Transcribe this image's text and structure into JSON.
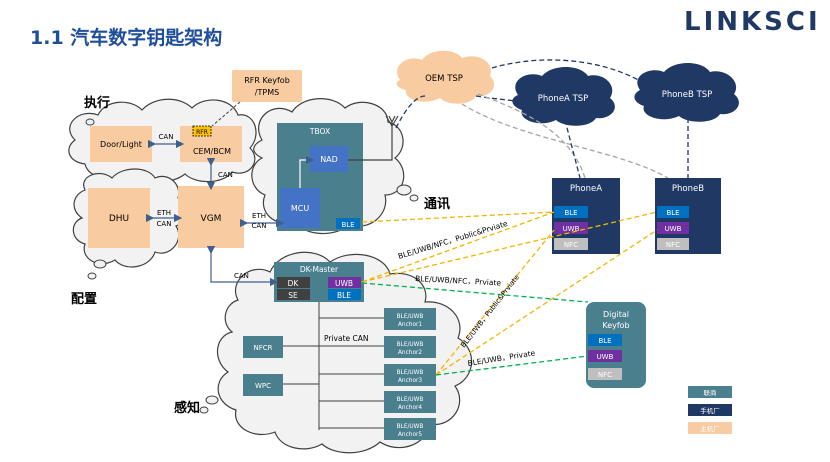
{
  "header": {
    "title": "1.1 汽车数字钥匙架构",
    "logo": "LINKSCI"
  },
  "zones": {
    "exec": "执行",
    "comm": "通讯",
    "config": "配置",
    "sense": "感知"
  },
  "nodes": {
    "rfr_keyfob": [
      "RFR Keyfob",
      "/TPMS"
    ],
    "door_light": "Door/Light",
    "rfr": "RFR",
    "cem_bcm": "CEM/BCM",
    "tbox": "TBOX",
    "nad": "NAD",
    "mcu": "MCU",
    "tbox_ble": "BLE",
    "dhu": "DHU",
    "vgm": "VGM",
    "dk_master": "DK-Master",
    "dk": "DK",
    "se": "SE",
    "dk_uwb": "UWB",
    "dk_ble": "BLE",
    "nfcr": "NFCR",
    "wpc": "WPC",
    "oem_tsp": "OEM TSP",
    "phonea_tsp": "PhoneA TSP",
    "phoneb_tsp": "PhoneB TSP",
    "phonea": "PhoneA",
    "phoneb": "PhoneB",
    "digital_keyfob": [
      "Digital",
      "Keyfob"
    ],
    "ble": "BLE",
    "uwb": "UWB",
    "nfc": "NFC",
    "anchors": [
      [
        "BLE/UWB",
        "Anchor1"
      ],
      [
        "BLE/UWB",
        "Anchor2"
      ],
      [
        "BLE/UWB",
        "Anchor3"
      ],
      [
        "BLE/UWB",
        "Anchor4"
      ],
      [
        "BLE/UWB",
        "Anchor5"
      ]
    ]
  },
  "links": {
    "can": "CAN",
    "eth": "ETH",
    "private_can": "Private CAN",
    "phonea_link": "BLE/UWB/NFC，Public&Prviate",
    "keyfob_link": "BLE/UWB/NFC，Prviate",
    "phoneb_anchor": "BLE/UWB，Public&Prviate",
    "keyfob_anchor": "BLE/UWB，Private"
  },
  "legend": {
    "items": [
      {
        "label": "联商",
        "color": "#4a7f8e"
      },
      {
        "label": "手机厂",
        "color": "#1f3864"
      },
      {
        "label": "主机厂",
        "color": "#f8cba0"
      }
    ]
  },
  "colors": {
    "orange_box": "#f8cba0",
    "teal": "#4a7f8e",
    "navy": "#1f3864",
    "blue": "#4472c4",
    "ble_blue": "#0070c0",
    "uwb_purple": "#7030a0",
    "nfc_gray": "#bfbfbf",
    "cloud_fill": "#f2f2f2",
    "cloud_stroke": "#404040",
    "tsp_orange": "#f8cba0",
    "tsp_blue": "#1f3864",
    "yellow_dash": "#f4b400",
    "green_dash": "#00b050",
    "gray_dash": "#a6a6a6"
  }
}
